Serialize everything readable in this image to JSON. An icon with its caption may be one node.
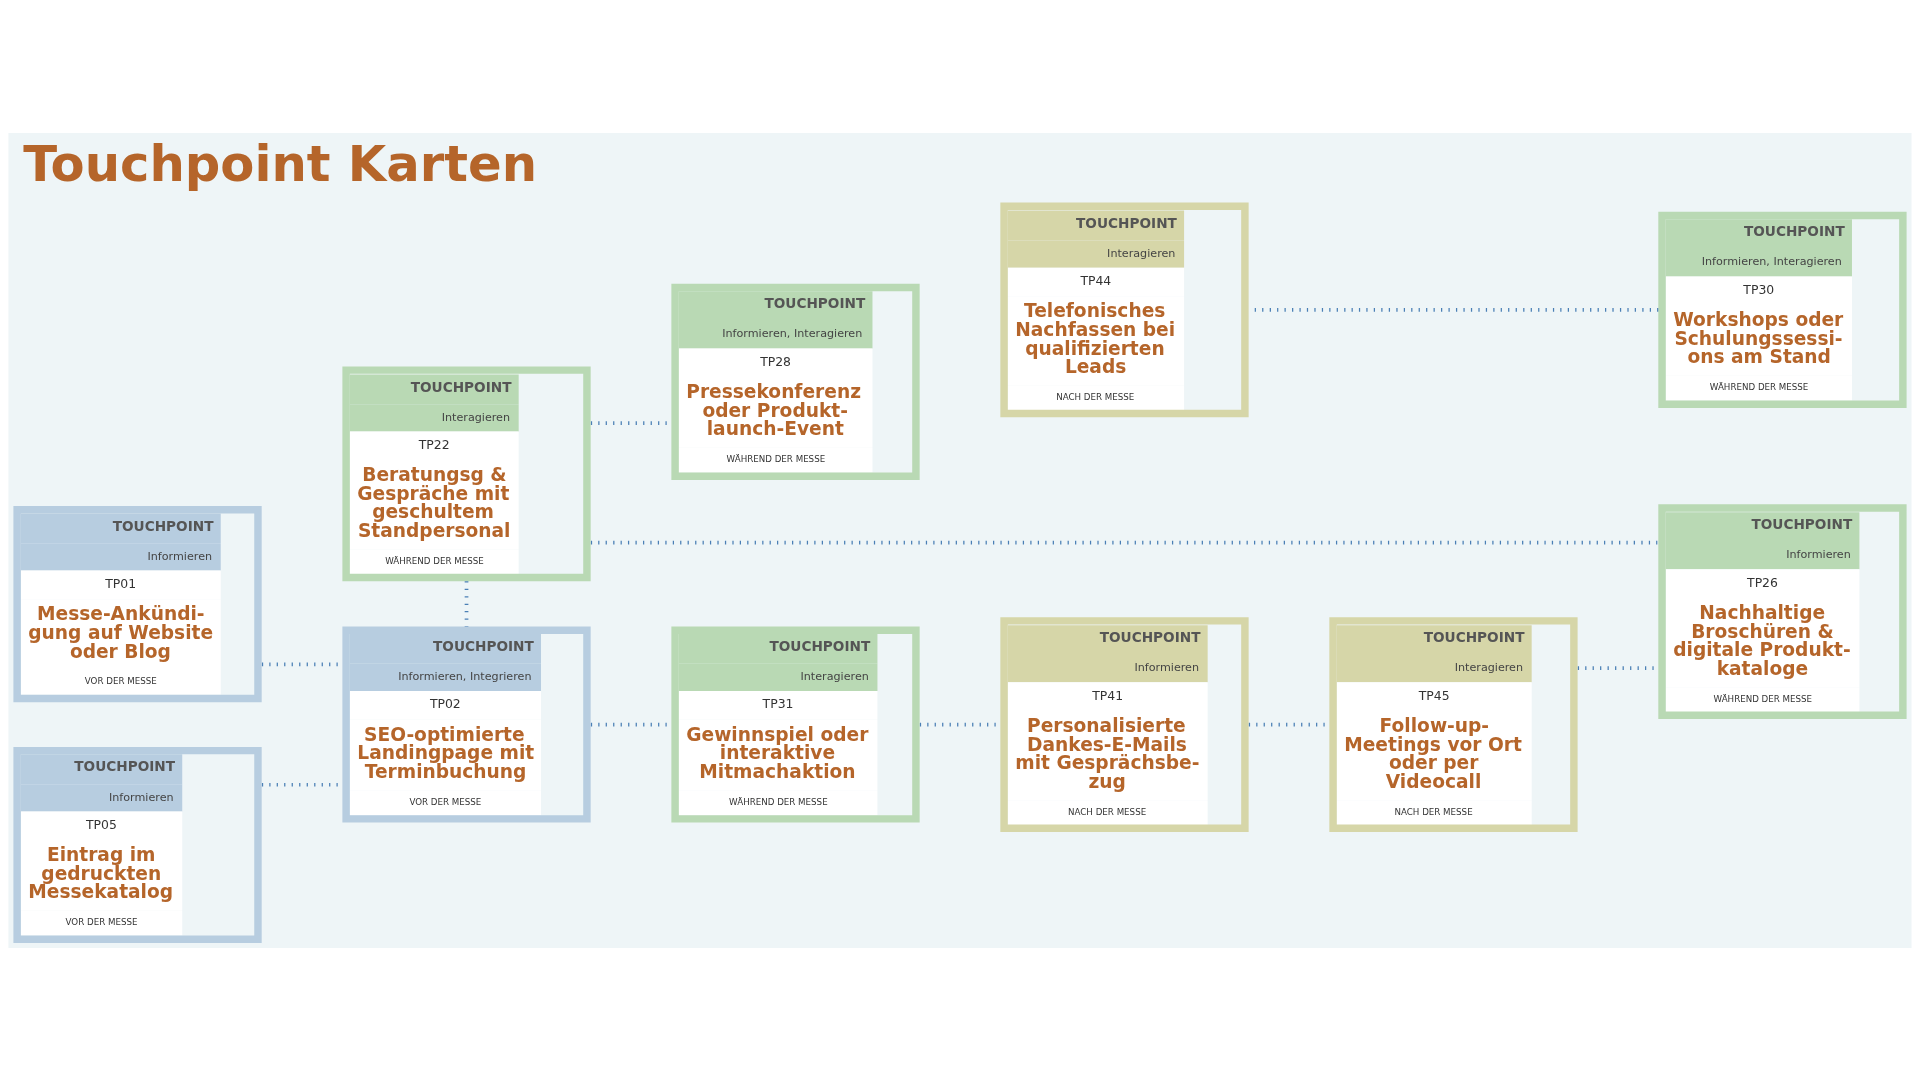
{
  "diagram": {
    "title": "Touchpoint Karten",
    "nodes": [
      {
        "text": [
          "TOUCHPOINT",
          "Informieren, Interagieren",
          "TP28",
          "Pressekonferenz oder Produkt- launch-Event",
          "WÄHREND DER MESSE"
        ]
      },
      {
        "text": [
          "TOUCHPOINT",
          "Interagieren",
          "TP22",
          "Beratungsg & Gespräche mit geschultem Standpersonal",
          "WÄHREND DER MESSE"
        ]
      },
      {
        "text": [
          "TOUCHPOINT",
          "Informieren",
          "TP41",
          "Personalisierte Dankes-E-Mails mit Gesprächsbe- zug",
          "NACH DER MESSE"
        ]
      },
      {
        "text": [
          "TOUCHPOINT",
          "Informieren",
          "TP01",
          "Messe-Ankündi- gung auf Website oder Blog",
          "VOR DER MESSE"
        ]
      },
      {
        "text": [
          "TOUCHPOINT",
          "Informieren, Interagieren",
          "TP30",
          "Workshops oder Schulungssessi- ons am Stand",
          "WÄHREND DER MESSE"
        ]
      },
      {
        "text": [
          "TOUCHPOINT",
          "Interagieren",
          "TP31",
          "Gewinnspiel oder interaktive Mitmachaktion",
          "WÄHREND DER MESSE"
        ]
      },
      {
        "text": [
          "TOUCHPOINT",
          "Interagieren",
          "TP45",
          "Follow-up- Meetings vor Ort oder per Videocall",
          "NACH DER MESSE"
        ]
      },
      {
        "text": [
          "TOUCHPOINT",
          "Informieren",
          "TP05",
          "Eintrag im gedruckten Messekatalog",
          "VOR DER MESSE"
        ]
      },
      {
        "text": [
          "TOUCHPOINT",
          "Informieren, Integrieren",
          "TP02",
          "SEO-optimierte Landingpage mit Terminbuchung",
          "VOR DER MESSE"
        ]
      },
      {
        "text": [
          "TOUCHPOINT",
          "Informieren",
          "TP26",
          "Nachhaltige Broschüren & digitale Produkt- kataloge",
          "WÄHREND DER MESSE"
        ]
      },
      {
        "text": [
          "TOUCHPOINT",
          "Interagieren",
          "TP44",
          "Telefonisches Nachfassen bei qualifizierten Leads",
          "NACH DER MESSE"
        ]
      }
    ],
    "edges": [
      {
        "from": 3,
        "to": 8,
        "arrow": "none"
      },
      {
        "from": 7,
        "to": 8,
        "arrow": "none"
      },
      {
        "from": 1,
        "to": 8,
        "arrow": "none"
      },
      {
        "from": 8,
        "to": 5,
        "arrow": "none"
      },
      {
        "from": 1,
        "to": 0,
        "arrow": "none"
      },
      {
        "from": 1,
        "to": 9,
        "arrow": "none"
      },
      {
        "from": 5,
        "to": 2,
        "arrow": "none"
      },
      {
        "from": 4,
        "to": 10,
        "arrow": "none"
      },
      {
        "from": 6,
        "to": 9,
        "arrow": "none"
      },
      {
        "from": 2,
        "to": 6,
        "arrow": "none"
      }
    ]
  }
}
